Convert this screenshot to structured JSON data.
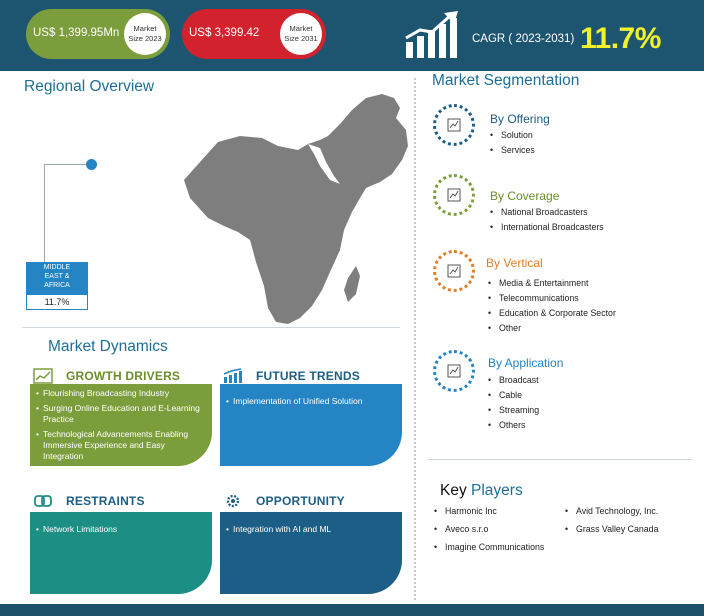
{
  "header": {
    "market_size_2023": {
      "value": "US$ 1,399.95Mn",
      "badge": "Market\nSize 2023"
    },
    "market_size_2031": {
      "value": "US$ 3,399.42",
      "badge": "Market\nSize 2031"
    },
    "cagr_label": "CAGR ( 2023-2031)",
    "cagr_value": "11.7%"
  },
  "regional": {
    "title": "Regional Overview",
    "region_name": "MIDDLE\nEAST &\nAFRICA",
    "region_value": "11.7%"
  },
  "dynamics": {
    "title": "Market Dynamics",
    "growth_drivers": {
      "title": "GROWTH DRIVERS",
      "items": [
        "Flourishing Broadcasting Industry",
        "Surging Online Education and E-Learning Practice",
        "Technological Advancements Enabling Immersive Experience and Easy Integration"
      ]
    },
    "future_trends": {
      "title": "FUTURE TRENDS",
      "items": [
        "Implementation of Unified Solution"
      ]
    },
    "restraints": {
      "title": "RESTRAINTS",
      "items": [
        "Network Limitations"
      ]
    },
    "opportunity": {
      "title": "OPPORTUNITY",
      "items": [
        "Integration with AI and ML"
      ]
    }
  },
  "segmentation": {
    "title": "Market Segmentation",
    "offering": {
      "title": "By Offering",
      "items": [
        "Solution",
        "Services"
      ]
    },
    "coverage": {
      "title": "By Coverage",
      "items": [
        "National Broadcasters",
        "International Broadcasters"
      ]
    },
    "vertical": {
      "title": "By Vertical",
      "items": [
        "Media & Entertainment",
        "Telecommunications",
        "Education & Corporate Sector",
        "Other"
      ]
    },
    "application": {
      "title": "By Application",
      "items": [
        "Broadcast",
        "Cable",
        "Streaming",
        "Others"
      ]
    }
  },
  "key_players": {
    "title_key": "Key",
    "title_rest": " Players",
    "col1": [
      "Harmonic Inc",
      "Aveco s.r.o",
      "Imagine Communications"
    ],
    "col2": [
      "Avid Technology, Inc.",
      "Grass Valley Canada"
    ]
  },
  "colors": {
    "header_bg": "#1d5571",
    "green": "#7c9d3c",
    "red": "#d2222d",
    "cagr_yellow": "#f2f22b",
    "blue": "#2584c3",
    "teal": "#1d8e84",
    "navy": "#1d5e86",
    "orange": "#e07d25"
  },
  "icons": [
    "growth-chart-icon",
    "document-chart-icon",
    "trend-chart-icon",
    "link-icon",
    "gear-icon"
  ]
}
